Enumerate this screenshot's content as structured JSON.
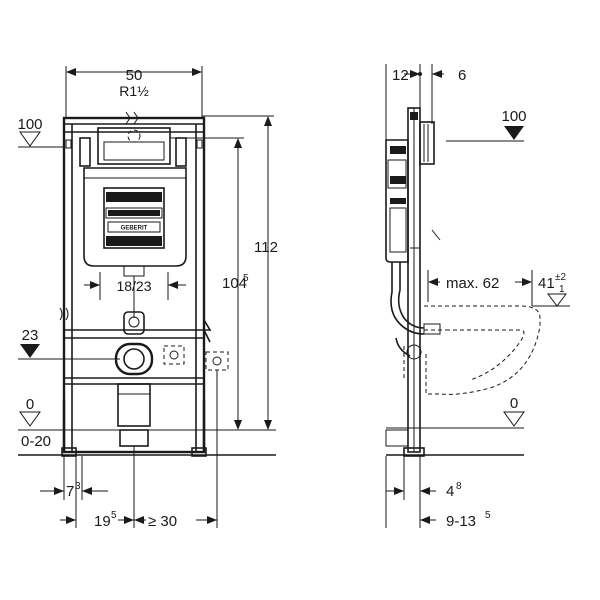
{
  "front_view": {
    "width_50": "50",
    "thread_r": "R1½",
    "height_112": "112",
    "height_104": "104",
    "height_104_sup": "5",
    "flush_18_23": "18/23",
    "level_100": "100",
    "level_23": "23",
    "level_0": "0",
    "level_0_20": "0-20",
    "dim_7": "7",
    "dim_7_sup": "3",
    "dim_19": "19",
    "dim_19_sup": "5",
    "dim_ge30": "≥ 30",
    "logo_text": "GEBERIT"
  },
  "side_view": {
    "dim_12": "12",
    "dim_6": "6",
    "level_100": "100",
    "max_62": "max. 62",
    "dim_41": "41",
    "dim_41_tol_plus": "±2",
    "dim_41_tol_minus": "1",
    "level_0": "0",
    "dim_4": "4",
    "dim_4_sup": "8",
    "dim_9_13": "9-13",
    "dim_9_13_sup": "5"
  }
}
